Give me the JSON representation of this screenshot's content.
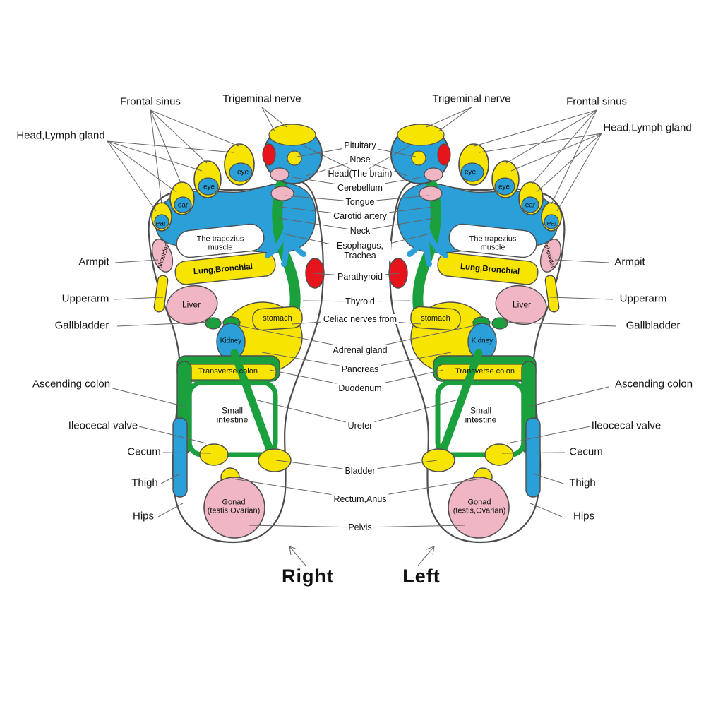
{
  "labels": {
    "frontal_sinus": "Frontal sinus",
    "trigeminal_nerve": "Trigeminal nerve",
    "head_lymph_gland": "Head,Lymph gland",
    "pituitary": "Pituitary",
    "nose": "Nose",
    "head_brain": "Head(The brain)",
    "cerebellum": "Cerebellum",
    "tongue": "Tongue",
    "carotid_artery": "Carotid artery",
    "neck": "Neck",
    "esophagus_trachea": "Esophagus, Trachea",
    "parathyroid": "Parathyroid",
    "thyroid": "Thyroid",
    "celiac_nerves": "Celiac nerves from",
    "adrenal_gland": "Adrenal gland",
    "pancreas": "Pancreas",
    "duodenum": "Duodenum",
    "ureter": "Ureter",
    "bladder": "Bladder",
    "rectum_anus": "Rectum,Anus",
    "pelvis": "Pelvis",
    "armpit": "Armpit",
    "upperarm": "Upperarm",
    "gallbladder": "Gallbladder",
    "ascending_colon": "Ascending colon",
    "ileocecal_valve": "Ileocecal valve",
    "cecum": "Cecum",
    "thigh": "Thigh",
    "hips": "Hips",
    "eye": "eye",
    "ear": "ear",
    "shoulder": "shoulder",
    "trapezius": "The trapezius muscle",
    "lung_bronchial": "Lung,Bronchial",
    "liver": "Liver",
    "stomach": "stomach",
    "kidney": "Kidney",
    "transverse_colon": "Transverse colon",
    "small_intestine": "Small intestine",
    "gonad": "Gonad (testis,Ovarian)"
  },
  "footer": {
    "right": "Right",
    "left": "Left"
  },
  "colors": {
    "yellow": "#f7e400",
    "blue": "#2b9fd8",
    "green": "#1aa03c",
    "pink": "#f0b6c4",
    "red": "#e8141c",
    "outline": "#4d4d4d",
    "leader": "#666666"
  }
}
